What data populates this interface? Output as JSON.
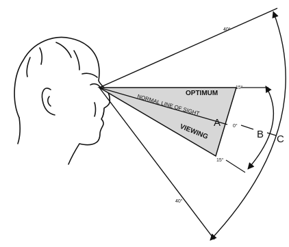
{
  "labels": {
    "optimum": "OPTIMUM",
    "normal_line_of_sight": "NORMAL LINE OF SIGHT",
    "viewing": "VIEWING",
    "A": "A",
    "B": "B",
    "C": "C",
    "deg_40_top": "40°",
    "deg_40_bottom": "40°",
    "deg_15_top": "15°",
    "deg_15_bottom": "15°",
    "deg_0": "0°"
  },
  "angles": {
    "optimum_half_deg": 15,
    "wide_half_deg": 40
  },
  "colors": {
    "line": "#111111",
    "shaded_wedge": "#d7d7d7",
    "background": "#ffffff"
  }
}
